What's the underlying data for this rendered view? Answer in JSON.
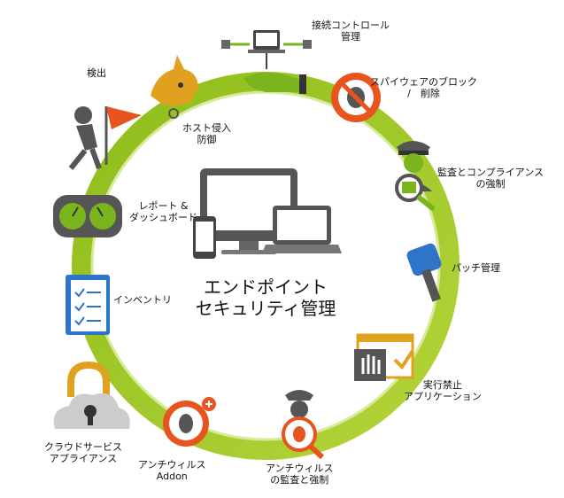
{
  "center": {
    "line1": "エンドポイント",
    "line2": "セキュリティ管理"
  },
  "labels": {
    "connection_control": [
      "接続コントロール",
      "管理"
    ],
    "spyware": [
      "スパイウェアのブロック",
      "/　削除"
    ],
    "audit_compliance": [
      "監査とコンプライアンス",
      "の強制"
    ],
    "patch": [
      "パッチ管理"
    ],
    "app_block": [
      "実行禁止",
      "アプリケーション"
    ],
    "av_audit": [
      "アンチウィルス",
      "の監査と強制"
    ],
    "av_addon": [
      "アンチウィルス",
      "Addon"
    ],
    "cloud": [
      "クラウドサービス",
      "アプライアンス"
    ],
    "inventory": [
      "インベントリ"
    ],
    "report": [
      "レポート &",
      "ダッシュボード"
    ],
    "detection": [
      "検出"
    ],
    "host_intrusion": [
      "ホスト侵入",
      "防御"
    ]
  },
  "colors": {
    "ring_dark": "#8fbf1c",
    "ring_light": "#d6e77a",
    "orange": "#e8541e",
    "gray": "#555555",
    "gold": "#e0a21e",
    "blue": "#2e74c9",
    "green": "#7ab51d"
  }
}
